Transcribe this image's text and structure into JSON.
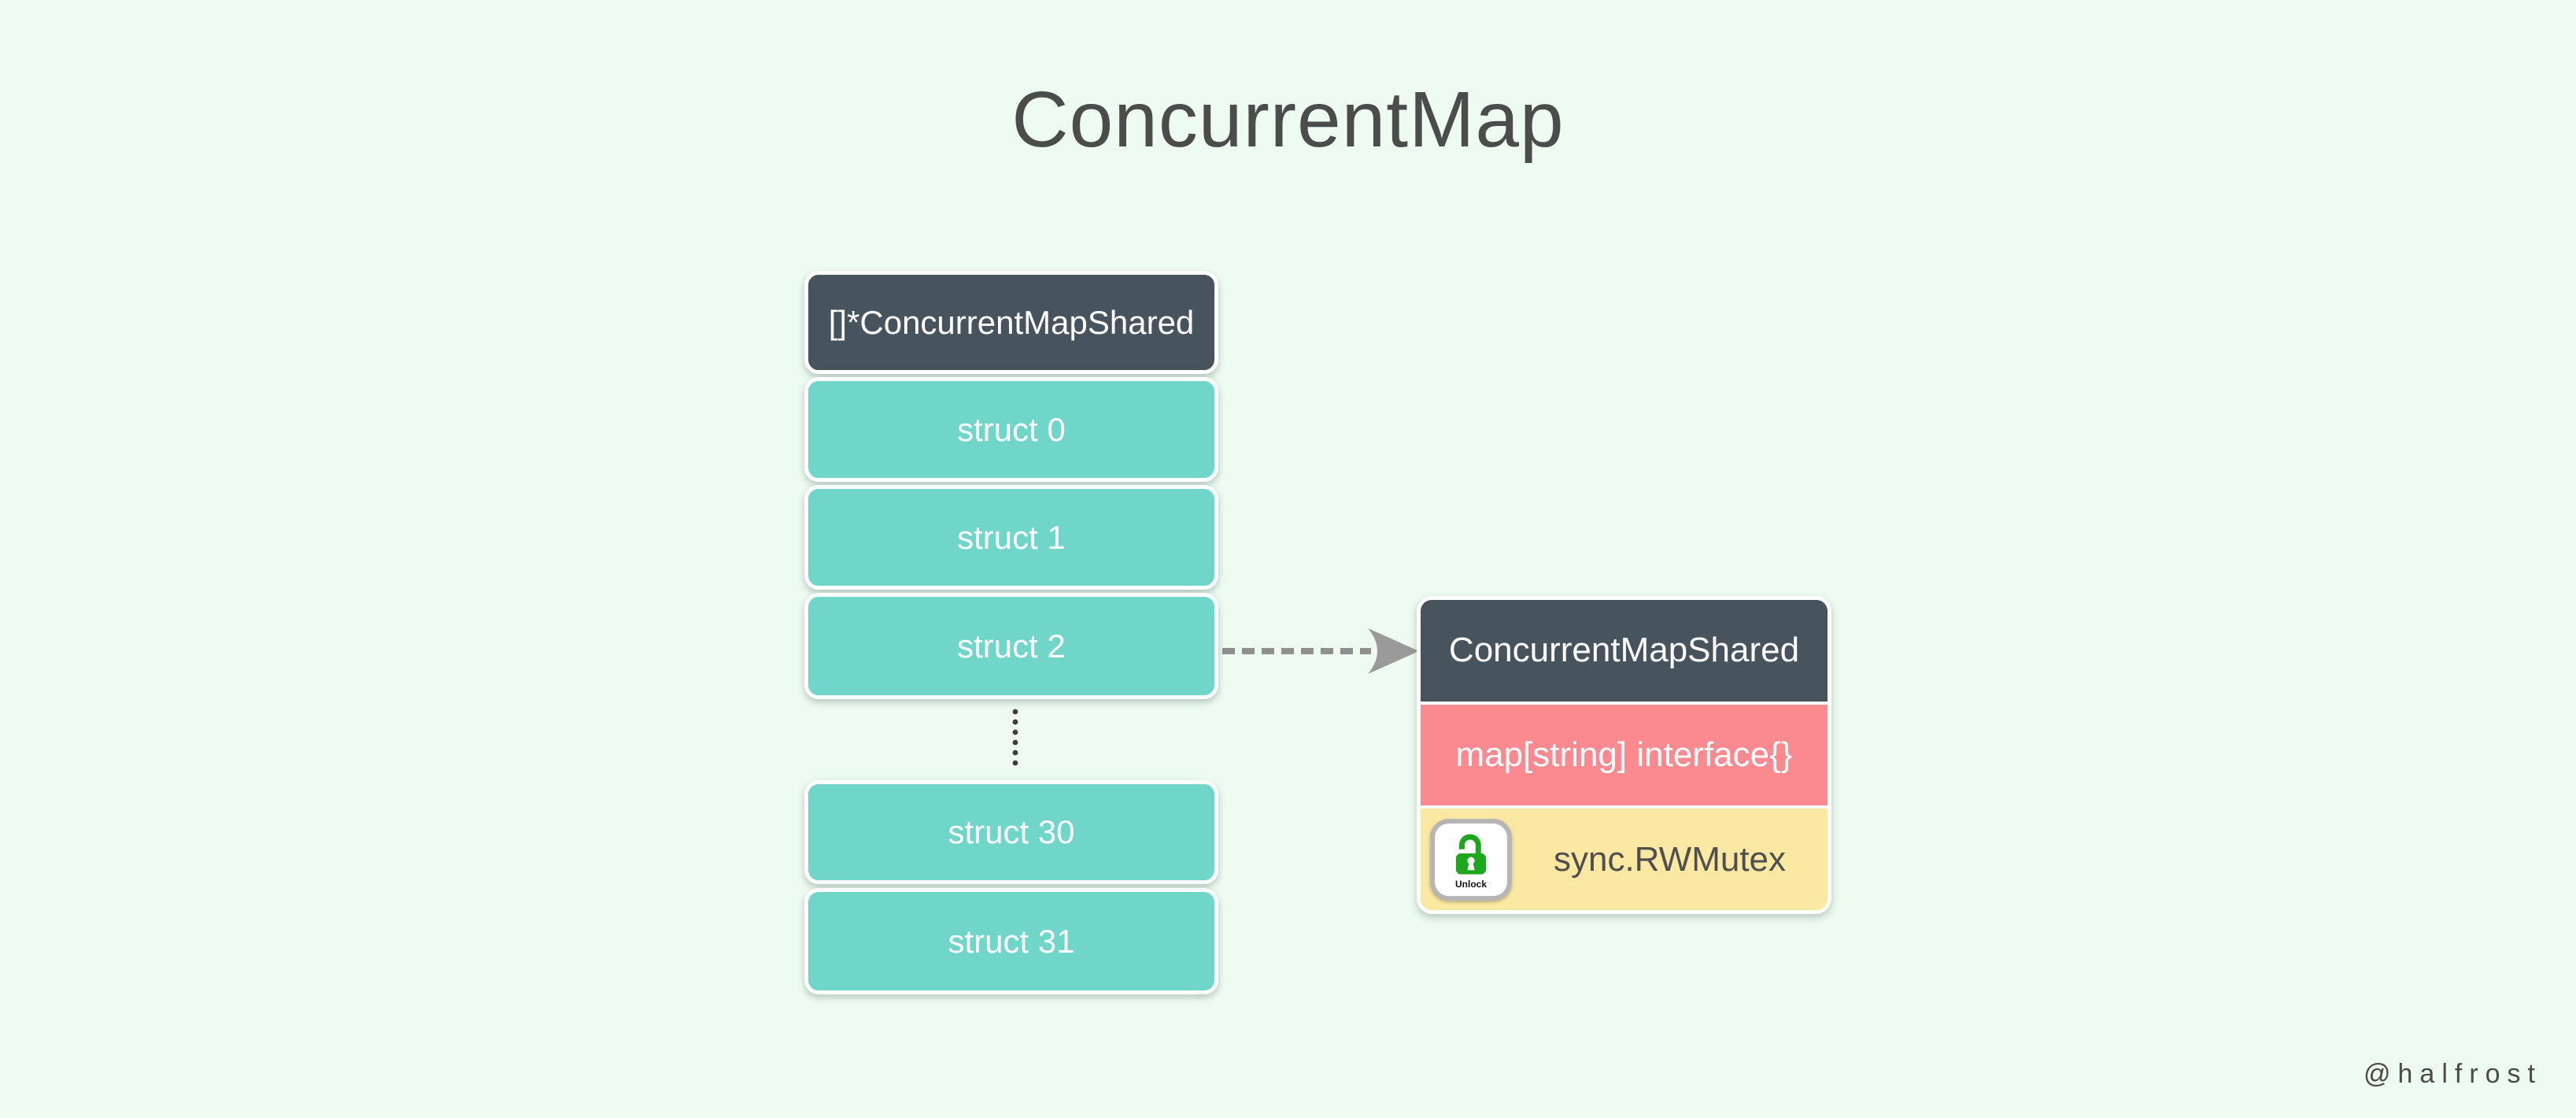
{
  "title": "ConcurrentMap",
  "left_column": {
    "header": "[]*ConcurrentMapShared",
    "items_top": [
      "struct 0",
      "struct 1",
      "struct 2"
    ],
    "items_bottom": [
      "struct 30",
      "struct 31"
    ]
  },
  "right_box": {
    "header": "ConcurrentMapShared",
    "map_field": "map[string] interface{}",
    "mutex_field": "sync.RWMutex",
    "lock_icon_label": "Unlock"
  },
  "watermark": "@halfrost",
  "colors": {
    "background": "#eefbf1",
    "header_dark": "#47545e",
    "shard_teal": "#6fd6c9",
    "map_pink": "#fa8990",
    "mutex_yellow": "#fbe9a3",
    "arrow_gray": "#8f8f8f",
    "lock_green": "#1ea61e",
    "title_text": "#4a4d4b"
  }
}
